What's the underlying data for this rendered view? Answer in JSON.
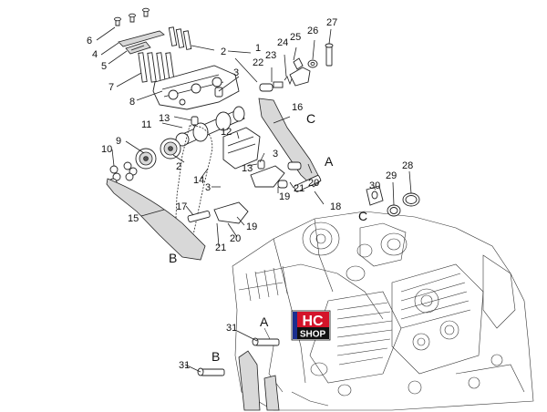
{
  "callouts": [
    {
      "id": "c27",
      "text": "27"
    },
    {
      "id": "c6",
      "text": "6"
    },
    {
      "id": "c4",
      "text": "4"
    },
    {
      "id": "c5",
      "text": "5"
    },
    {
      "id": "c7",
      "text": "7"
    },
    {
      "id": "c8",
      "text": "8"
    },
    {
      "id": "c2a",
      "text": "2"
    },
    {
      "id": "c1",
      "text": "1"
    },
    {
      "id": "c3a",
      "text": "3"
    },
    {
      "id": "c22",
      "text": "22"
    },
    {
      "id": "c23",
      "text": "23"
    },
    {
      "id": "c24",
      "text": "24"
    },
    {
      "id": "c25",
      "text": "25"
    },
    {
      "id": "c26",
      "text": "26"
    },
    {
      "id": "c13a",
      "text": "13"
    },
    {
      "id": "c11",
      "text": "11"
    },
    {
      "id": "c12",
      "text": "12"
    },
    {
      "id": "c16",
      "text": "16"
    },
    {
      "id": "c9",
      "text": "9"
    },
    {
      "id": "c2b",
      "text": "2"
    },
    {
      "id": "c3b",
      "text": "3"
    },
    {
      "id": "c13b",
      "text": "13"
    },
    {
      "id": "c10",
      "text": "10"
    },
    {
      "id": "c14",
      "text": "14"
    },
    {
      "id": "c19a",
      "text": "19"
    },
    {
      "id": "c21a",
      "text": "21"
    },
    {
      "id": "c20a",
      "text": "20"
    },
    {
      "id": "c3c",
      "text": "3"
    },
    {
      "id": "c18",
      "text": "18"
    },
    {
      "id": "c17",
      "text": "17"
    },
    {
      "id": "c15",
      "text": "15"
    },
    {
      "id": "c19b",
      "text": "19"
    },
    {
      "id": "c21b",
      "text": "21"
    },
    {
      "id": "c20b",
      "text": "20"
    },
    {
      "id": "c30",
      "text": "30"
    },
    {
      "id": "c29",
      "text": "29"
    },
    {
      "id": "c28",
      "text": "28"
    },
    {
      "id": "c31a",
      "text": "31"
    },
    {
      "id": "c31b",
      "text": "31"
    }
  ],
  "reference_letters": [
    {
      "id": "refC1",
      "text": "C"
    },
    {
      "id": "refA1",
      "text": "A"
    },
    {
      "id": "refB1",
      "text": "B"
    },
    {
      "id": "refC2",
      "text": "C"
    },
    {
      "id": "refA2",
      "text": "A"
    },
    {
      "id": "refB2",
      "text": "B"
    }
  ],
  "watermark": {
    "line1": "HC",
    "line2": "SHOP",
    "colors": {
      "blue": "#1b2f8f",
      "red": "#d4142a",
      "black": "#111111"
    }
  }
}
